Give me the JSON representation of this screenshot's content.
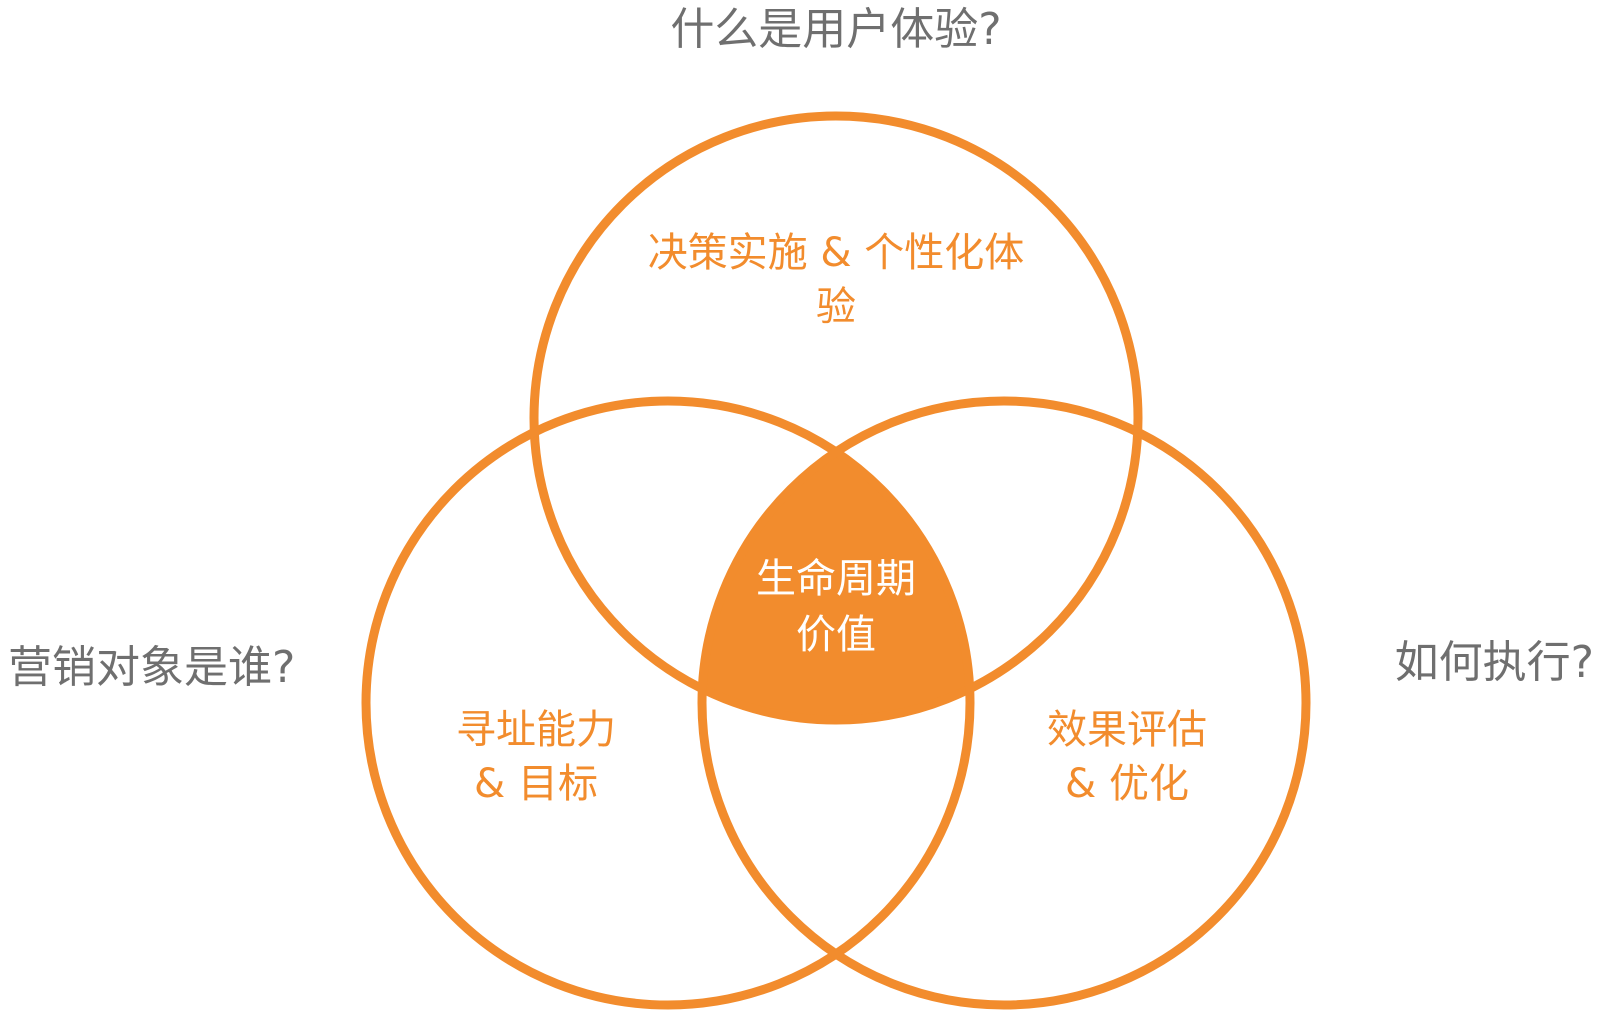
{
  "colors": {
    "accent": "#F28C2D",
    "question_text": "#6f6f6f",
    "center_text": "#ffffff",
    "background": "#ffffff"
  },
  "questions": {
    "top": "什么是用户体验?",
    "left": "营销对象是谁?",
    "right": "如何执行?"
  },
  "circles": {
    "top": {
      "line1": "决策实施 & 个性化体",
      "line2": "验"
    },
    "left": {
      "line1": "寻址能力",
      "line2": "& 目标"
    },
    "right": {
      "line1": "效果评估",
      "line2": "& 优化"
    }
  },
  "center": {
    "line1": "生命周期",
    "line2": "价值"
  }
}
